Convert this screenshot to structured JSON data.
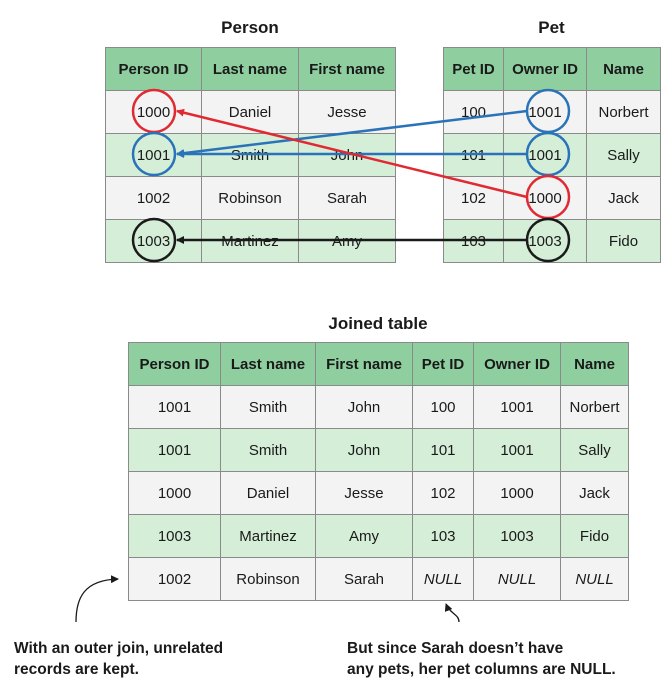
{
  "person_table": {
    "title": "Person",
    "headers": [
      "Person ID",
      "Last name",
      "First name"
    ],
    "rows": [
      [
        "1000",
        "Daniel",
        "Jesse"
      ],
      [
        "1001",
        "Smith",
        "John"
      ],
      [
        "1002",
        "Robinson",
        "Sarah"
      ],
      [
        "1003",
        "Martinez",
        "Amy"
      ]
    ]
  },
  "pet_table": {
    "title": "Pet",
    "headers": [
      "Pet ID",
      "Owner ID",
      "Name"
    ],
    "rows": [
      [
        "100",
        "1001",
        "Norbert"
      ],
      [
        "101",
        "1001",
        "Sally"
      ],
      [
        "102",
        "1000",
        "Jack"
      ],
      [
        "103",
        "1003",
        "Fido"
      ]
    ]
  },
  "joined_table": {
    "title": "Joined table",
    "headers": [
      "Person ID",
      "Last name",
      "First name",
      "Pet ID",
      "Owner ID",
      "Name"
    ],
    "rows": [
      [
        "1001",
        "Smith",
        "John",
        "100",
        "1001",
        "Norbert"
      ],
      [
        "1001",
        "Smith",
        "John",
        "101",
        "1001",
        "Sally"
      ],
      [
        "1000",
        "Daniel",
        "Jesse",
        "102",
        "1000",
        "Jack"
      ],
      [
        "1003",
        "Martinez",
        "Amy",
        "103",
        "1003",
        "Fido"
      ],
      [
        "1002",
        "Robinson",
        "Sarah",
        "NULL",
        "NULL",
        "NULL"
      ]
    ]
  },
  "links": [
    {
      "from_pet_row": 0,
      "to_person_row": 1,
      "color": "#2a73b8"
    },
    {
      "from_pet_row": 1,
      "to_person_row": 1,
      "color": "#2a73b8"
    },
    {
      "from_pet_row": 2,
      "to_person_row": 0,
      "color": "#e02a32"
    },
    {
      "from_pet_row": 3,
      "to_person_row": 3,
      "color": "#1a1a1a"
    }
  ],
  "annotations": {
    "outer_join_line1": "With an outer join, unrelated",
    "outer_join_line2": "records are kept.",
    "null_line1": "But since Sarah doesn’t have",
    "null_line2_prefix": "any pets, her pet columns are ",
    "null_line2_bold": "NULL."
  },
  "colors": {
    "header_green": "#8fcf9f",
    "row_green": "#d5eed8",
    "row_gray": "#f3f3f3"
  }
}
